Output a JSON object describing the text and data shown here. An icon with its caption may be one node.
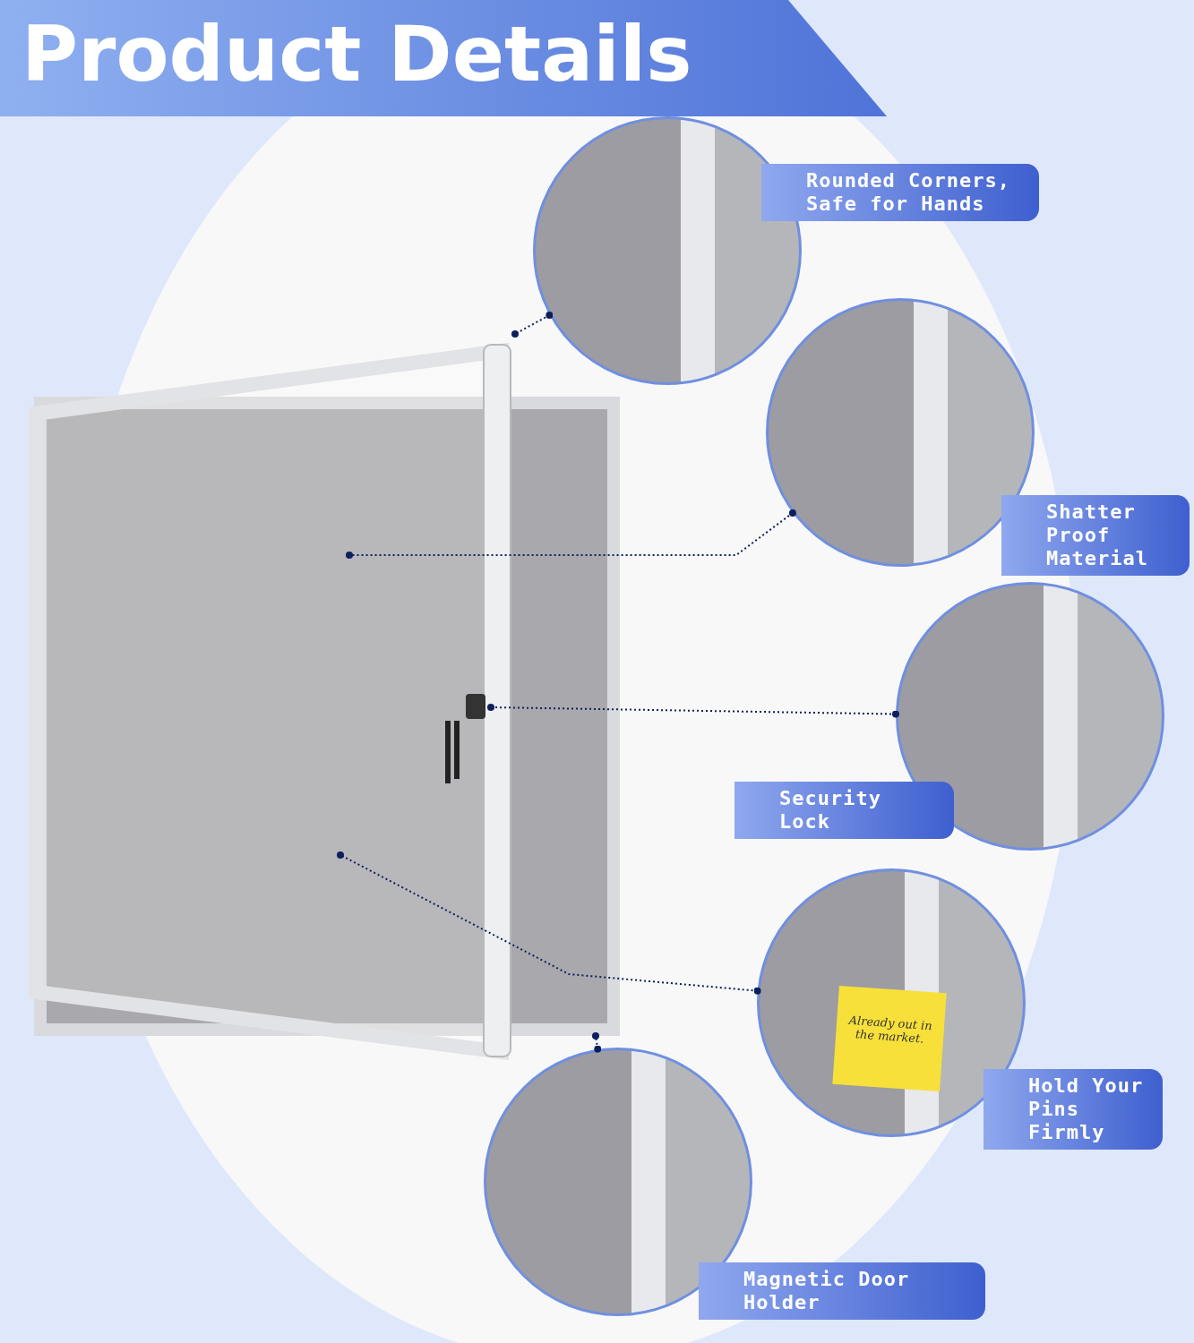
{
  "diagram": {
    "title": "Product Details",
    "nodes": [
      {
        "text": [
          "Rounded Corners, Safe for Hands"
        ]
      },
      {
        "text": [
          "Shatter Proof Material"
        ]
      },
      {
        "text": [
          "Security Lock"
        ]
      },
      {
        "text": [
          "Hold Your Pins Firmly"
        ]
      },
      {
        "text": [
          "Magnetic Door Holder"
        ]
      }
    ],
    "edges": [
      {
        "from": 0,
        "to": null,
        "arrow": "other",
        "style": "dashed"
      },
      {
        "from": 1,
        "to": null,
        "arrow": "other",
        "style": "dashed"
      },
      {
        "from": 2,
        "to": null,
        "arrow": "other",
        "style": "dashed"
      },
      {
        "from": 3,
        "to": null,
        "arrow": "other",
        "style": "dashed"
      },
      {
        "from": 4,
        "to": null,
        "arrow": "other",
        "style": "dashed"
      }
    ],
    "labels": [
      "Already out in the market."
    ]
  }
}
